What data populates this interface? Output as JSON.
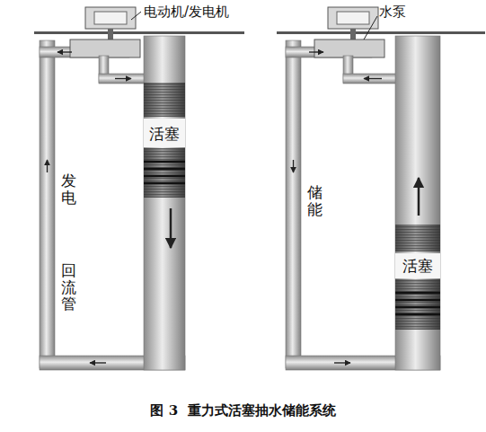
{
  "diagram": {
    "caption": "图 3  重力式活塞抽水储能系统",
    "labels": [
      "电动机/发电机",
      "活塞",
      "发电",
      "回流管",
      "水泵",
      "储能",
      "活塞"
    ]
  }
}
